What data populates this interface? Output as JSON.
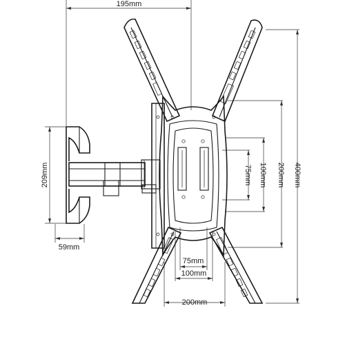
{
  "dimensions": {
    "top_width": "195mm",
    "bracket_height": "209mm",
    "wall_depth": "59mm",
    "inner_v1": "75mm",
    "inner_v2": "100mm",
    "inner_v3": "200mm",
    "outer_v": "400mm",
    "inner_h1": "75mm",
    "inner_h2": "100mm",
    "inner_h3": "200mm"
  },
  "colors": {
    "line": "#1a1a1a",
    "background": "#ffffff"
  }
}
